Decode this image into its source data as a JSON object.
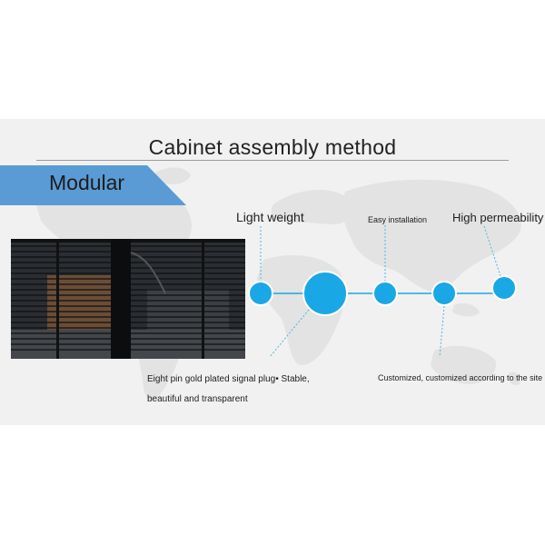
{
  "slide": {
    "title": "Cabinet assembly method",
    "banner_label": "Modular",
    "features": {
      "light_weight": "Light weight",
      "easy_installation": "Easy installation",
      "high_permeability": "High permeability"
    },
    "descriptions": {
      "line1": "Eight pin gold plated signal plug•   Stable,",
      "line2": "beautiful and transparent",
      "customized": "Customized, customized according to the site"
    }
  },
  "colors": {
    "banner": "#5b9bd5",
    "circle": "#1aa7e6",
    "connector": "#1aa7e6",
    "dashed_leader": "#4db3e3",
    "background": "#f1f1f1"
  }
}
